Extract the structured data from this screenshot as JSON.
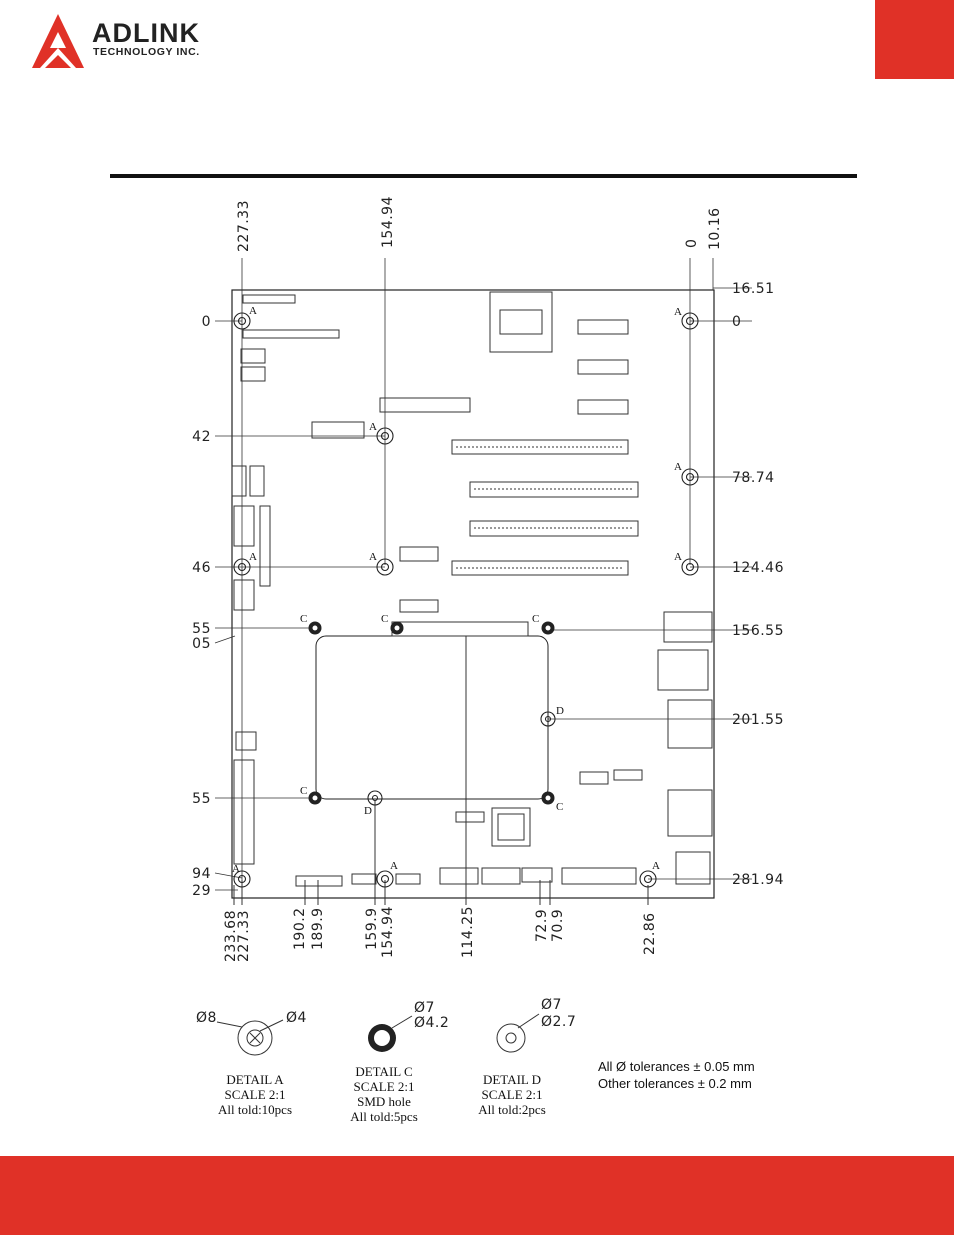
{
  "header": {
    "brand": "ADLINK",
    "brand_sub": "TECHNOLOGY INC.",
    "colors": {
      "accent": "#e03127",
      "text": "#222222"
    }
  },
  "drawing": {
    "top_dims": [
      "227.33",
      "154.94",
      "0",
      "10.16"
    ],
    "bottom_dims": [
      "233.68",
      "227.33",
      "190.2",
      "189.9",
      "159.9",
      "154.94",
      "114.25",
      "72.9",
      "70.9",
      "22.86"
    ],
    "left_dims": [
      "0",
      "42",
      "46",
      "55",
      "05",
      "55",
      "94",
      "29"
    ],
    "right_dims": [
      "16.51",
      "0",
      "78.74",
      "124.46",
      "156.55",
      "201.55",
      "281.94"
    ],
    "markers": {
      "a": "A",
      "c": "C",
      "d": "D"
    }
  },
  "details": {
    "a": {
      "d_outer": "Ø8",
      "d_inner": "Ø4",
      "title": "DETAIL A",
      "scale": "SCALE 2:1",
      "count": "All told:10pcs"
    },
    "c": {
      "d_outer": "Ø7",
      "d_inner": "Ø4.2",
      "title": "DETAIL C",
      "scale": "SCALE 2:1",
      "note": "SMD hole",
      "count": "All told:5pcs"
    },
    "d": {
      "d_outer": "Ø7",
      "d_inner": "Ø2.7",
      "title": "DETAIL D",
      "scale": "SCALE 2:1",
      "count": "All told:2pcs"
    }
  },
  "tolerances": {
    "line1": "All Ø tolerances ± 0.05 mm",
    "line2": "Other tolerances ± 0.2 mm"
  }
}
